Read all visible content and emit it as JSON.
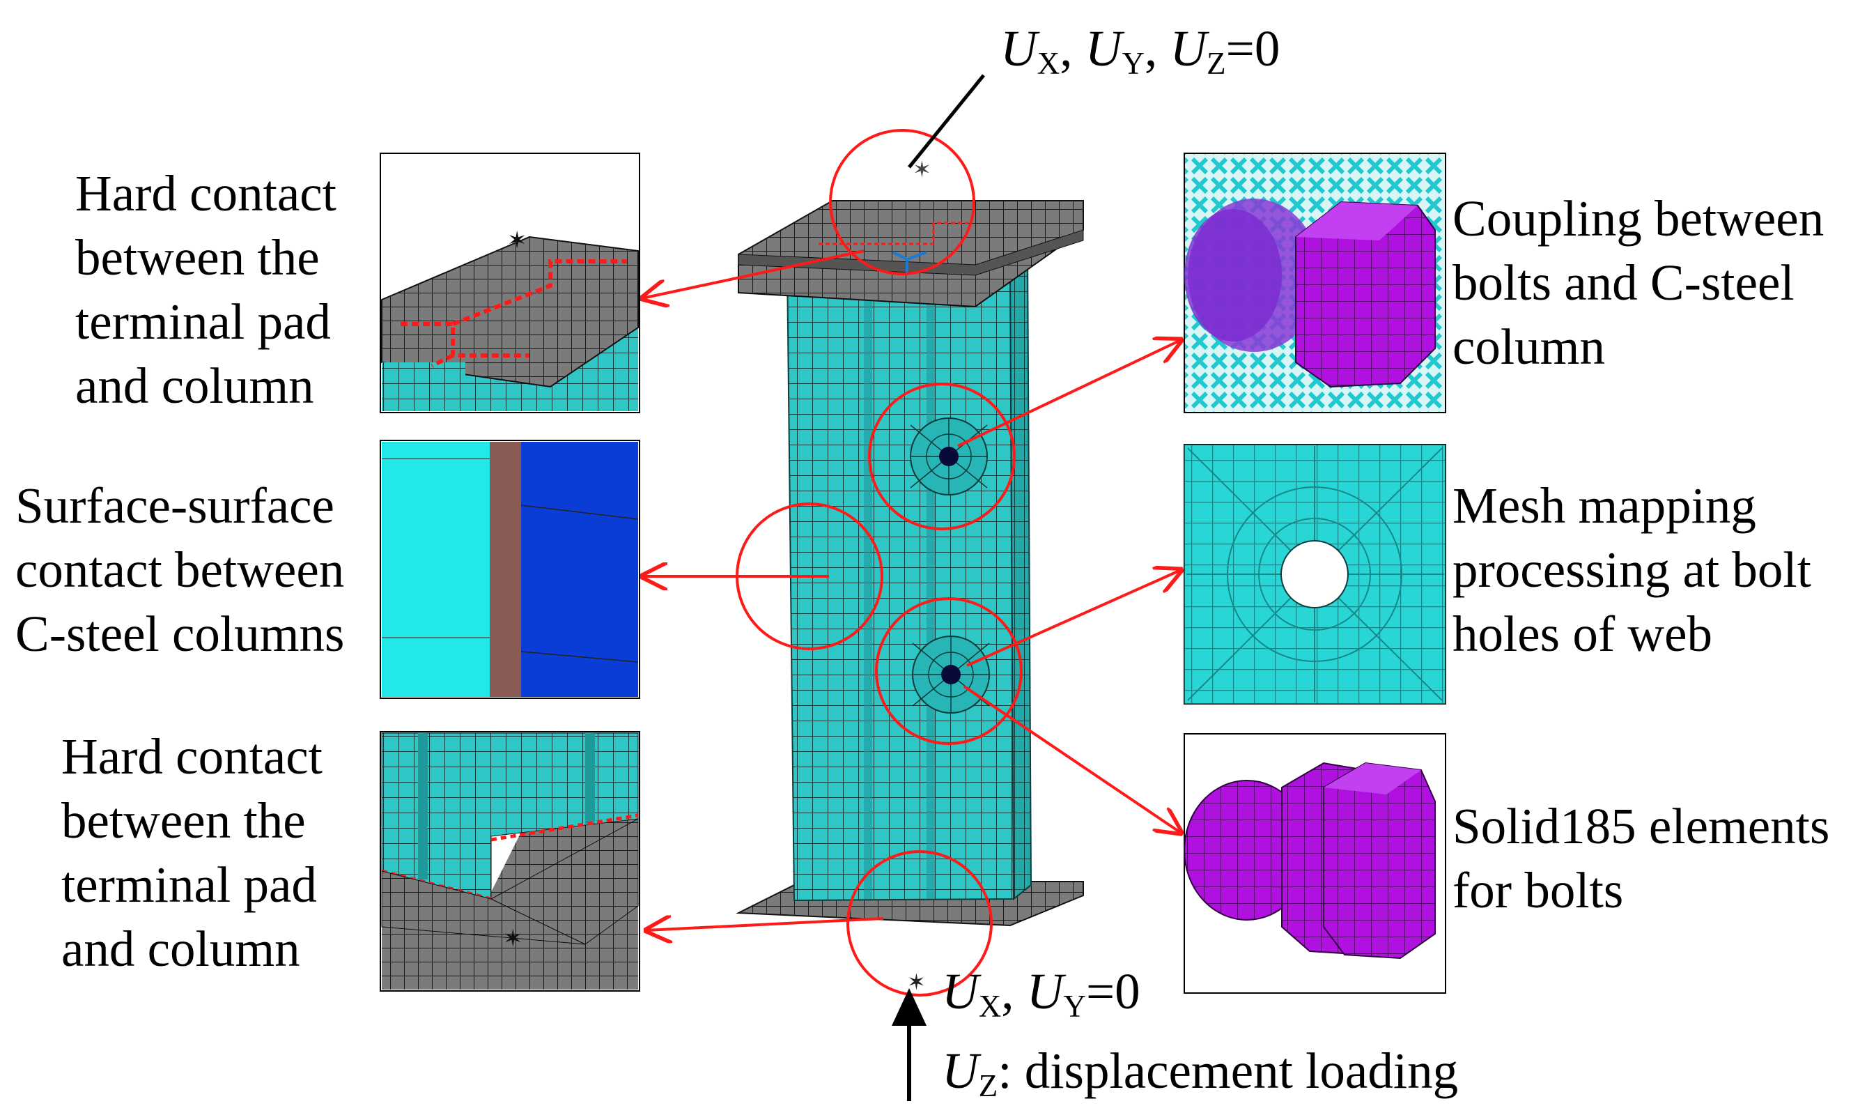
{
  "colors": {
    "mesh_cyan": "#2fc6c6",
    "mesh_light": "#22e8e8",
    "pad_gray": "#7b7b7b",
    "callout_red": "#ff1a1a",
    "bolt_purple": "#b010e0",
    "contact_brown": "#8a5a55",
    "column_blue": "#0a3cd6",
    "line_black": "#000000"
  },
  "boundary_conditions": {
    "top": {
      "u": "U",
      "sx": "X",
      "sy": "Y",
      "sz": "Z",
      "tail": "=0"
    },
    "bottom": {
      "u": "U",
      "sx": "X",
      "sy": "Y",
      "tail": "=0"
    },
    "loading": {
      "u": "U",
      "sz": "Z",
      "text": ": displacement loading"
    }
  },
  "callouts": {
    "top_left": {
      "lines": [
        "Hard contact",
        "between the",
        "terminal pad",
        "and column"
      ],
      "icon": "terminal-pad-top-detail"
    },
    "mid_left": {
      "lines": [
        "Surface-surface",
        "contact between",
        "C-steel columns"
      ],
      "icon": "c-steel-contact-detail"
    },
    "bottom_left": {
      "lines": [
        "Hard contact",
        "between the",
        "terminal pad",
        "and column"
      ],
      "icon": "terminal-pad-bottom-detail"
    },
    "top_right": {
      "lines": [
        "Coupling between",
        "bolts and C-steel",
        "column"
      ],
      "icon": "bolt-coupling-detail"
    },
    "mid_right": {
      "lines": [
        "Mesh mapping",
        "processing at bolt",
        "holes of web"
      ],
      "icon": "bolt-hole-mesh-detail"
    },
    "bottom_right": {
      "lines": [
        "Solid185 elements",
        "for bolts"
      ],
      "icon": "solid185-bolt-detail"
    }
  }
}
